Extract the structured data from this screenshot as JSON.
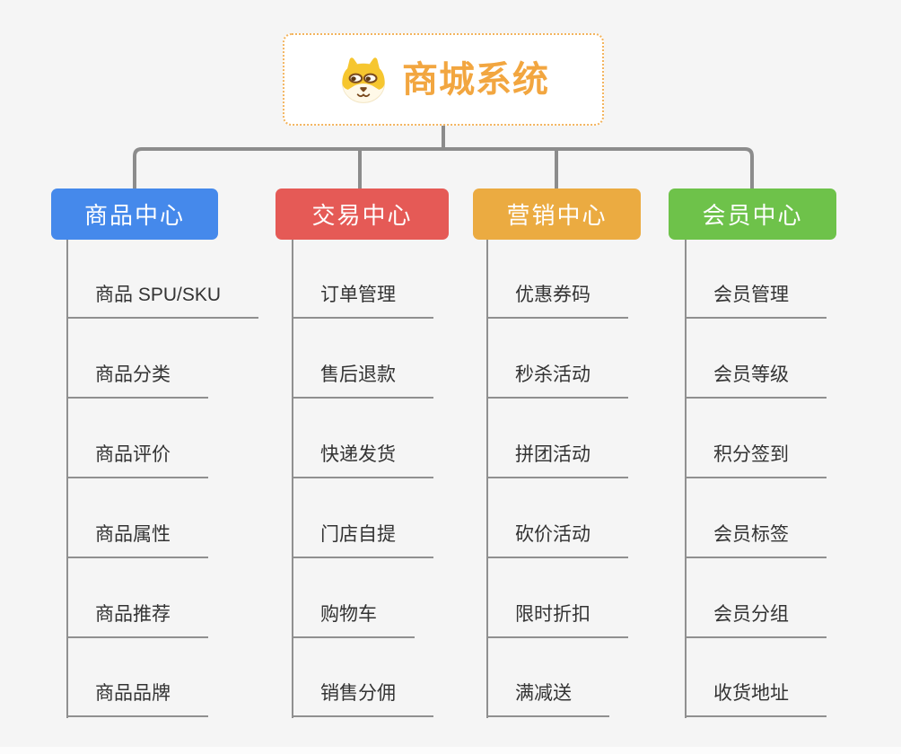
{
  "page": {
    "background_color": "#f5f5f5",
    "connector_color": "#8c8c8c",
    "child_line_color": "#909090"
  },
  "root": {
    "label": "商城系统",
    "icon": "dog-face-icon",
    "text_color": "#f2a640",
    "border_color": "#f3b45e"
  },
  "branches": [
    {
      "label": "商品中心",
      "color": "#4589eb",
      "items": [
        "商品 SPU/SKU",
        "商品分类",
        "商品评价",
        "商品属性",
        "商品推荐",
        "商品品牌"
      ]
    },
    {
      "label": "交易中心",
      "color": "#e55a56",
      "items": [
        "订单管理",
        "售后退款",
        "快递发货",
        "门店自提",
        "购物车",
        "销售分佣"
      ]
    },
    {
      "label": "营销中心",
      "color": "#ebab41",
      "items": [
        "优惠券码",
        "秒杀活动",
        "拼团活动",
        "砍价活动",
        "限时折扣",
        "满减送"
      ]
    },
    {
      "label": "会员中心",
      "color": "#6ec24a",
      "items": [
        "会员管理",
        "会员等级",
        "积分签到",
        "会员标签",
        "会员分组",
        "收货地址"
      ]
    }
  ]
}
